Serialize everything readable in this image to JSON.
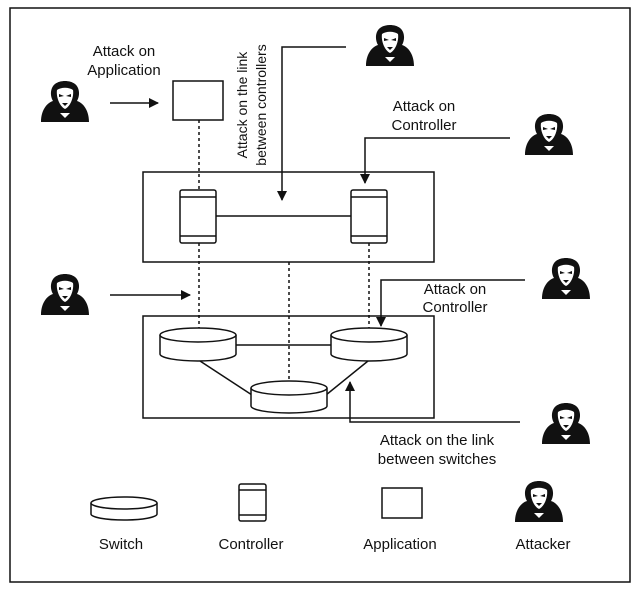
{
  "labels": {
    "attack_on_application_line1": "Attack on",
    "attack_on_application_line2": "Application",
    "attack_on_link_controllers_line1": "Attack on the link",
    "attack_on_link_controllers_line2": "between controllers",
    "attack_on_controller_top_line1": "Attack on",
    "attack_on_controller_top_line2": "Controller",
    "attack_on_controller_switch_line1": "Attack on",
    "attack_on_controller_switch_line2": "Controller",
    "attack_on_link_switches_line1": "Attack on the link",
    "attack_on_link_switches_line2": "between switches"
  },
  "legend": {
    "switch": "Switch",
    "controller": "Controller",
    "application": "Application",
    "attacker": "Attacker"
  },
  "icons": {
    "attacker": "hooded-attacker-icon",
    "switch": "switch-cylinder-icon",
    "controller": "controller-device-icon",
    "application": "application-box-icon"
  },
  "colors": {
    "stroke": "#111111",
    "background": "#ffffff"
  }
}
